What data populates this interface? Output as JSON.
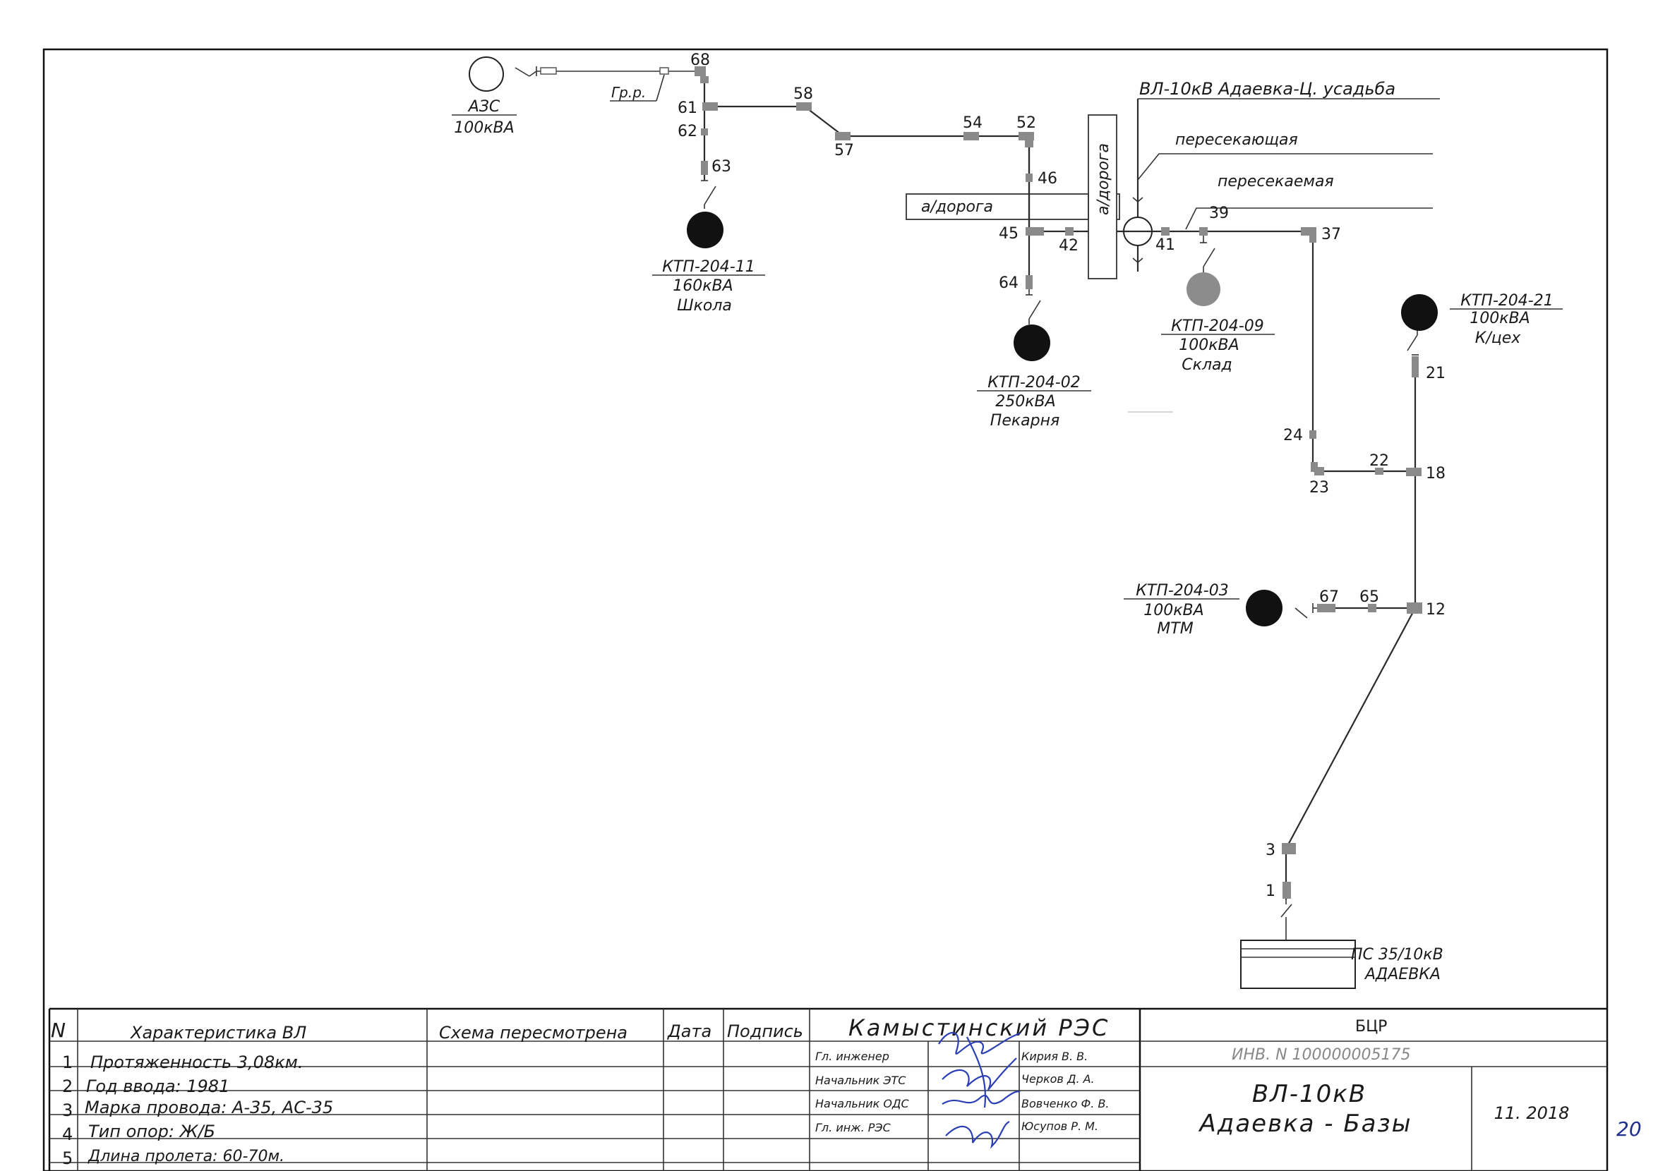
{
  "diagram": {
    "line_title": "ВЛ-10кВ  Адаевка-Ц. усадьба",
    "crossing_label": "пересекающая",
    "crossed_label": "пересекаемая",
    "road_label_h": "а/дорога",
    "road_label_v": "а/дорога",
    "gr_label": "Гр.р.",
    "poles": {
      "p68": "68",
      "p61": "61",
      "p62": "62",
      "p63": "63",
      "p58": "58",
      "p57": "57",
      "p54": "54",
      "p52": "52",
      "p46": "46",
      "p45": "45",
      "p42": "42",
      "p64": "64",
      "p41": "41",
      "p39": "39",
      "p37": "37",
      "p21": "21",
      "p24": "24",
      "p22": "22",
      "p18": "18",
      "p23": "23",
      "p67": "67",
      "p65": "65",
      "p12": "12",
      "p3": "3",
      "p1": "1"
    },
    "stations": {
      "azs": {
        "name": "АЗС",
        "power": "100кВА"
      },
      "ktp11": {
        "name": "КТП-204-11",
        "power": "160кВА",
        "desc": "Школа"
      },
      "ktp02": {
        "name": "КТП-204-02",
        "power": "250кВА",
        "desc": "Пекарня"
      },
      "ktp09": {
        "name": "КТП-204-09",
        "power": "100кВА",
        "desc": "Склад"
      },
      "ktp21": {
        "name": "КТП-204-21",
        "power": "100кВА",
        "desc": "К/цех"
      },
      "ktp03": {
        "name": "КТП-204-03",
        "power": "100кВА",
        "desc": "МТМ"
      },
      "ps": {
        "name": "ПС 35/10кВ",
        "desc": "АДАЕВКА"
      }
    }
  },
  "title_block": {
    "col_n": "N",
    "col_char": "Характеристика ВЛ",
    "col_scheme": "Схема пересмотрена",
    "col_date": "Дата",
    "col_sign": "Подпись",
    "org": "Камыстинский   РЭС",
    "dept": "БЦР",
    "inv": "ИНВ. N 100000005175",
    "rows": [
      {
        "n": "1",
        "text": "Протяженность 3,08км."
      },
      {
        "n": "2",
        "text": "Год ввода:  1981"
      },
      {
        "n": "3",
        "text": "Марка провода:  А-35, АС-35"
      },
      {
        "n": "4",
        "text": " Тип опор:  Ж/Б"
      },
      {
        "n": "5",
        "text": "Длина пролета: 60-70м."
      }
    ],
    "staff": [
      {
        "role": "Гл.  инженер",
        "name": "Кирия В. В."
      },
      {
        "role": "Начальник  ЭТС",
        "name": "Черков Д. А."
      },
      {
        "role": "Начальник  ОДС",
        "name": "Вовченко Ф. В."
      },
      {
        "role": "Гл.  инж.  РЭС",
        "name": "Юсупов Р. М."
      }
    ],
    "drawing_title_1": "ВЛ-10кВ",
    "drawing_title_2": "Адаевка  -  Базы",
    "date": "11. 2018",
    "sheet_note": "20"
  }
}
